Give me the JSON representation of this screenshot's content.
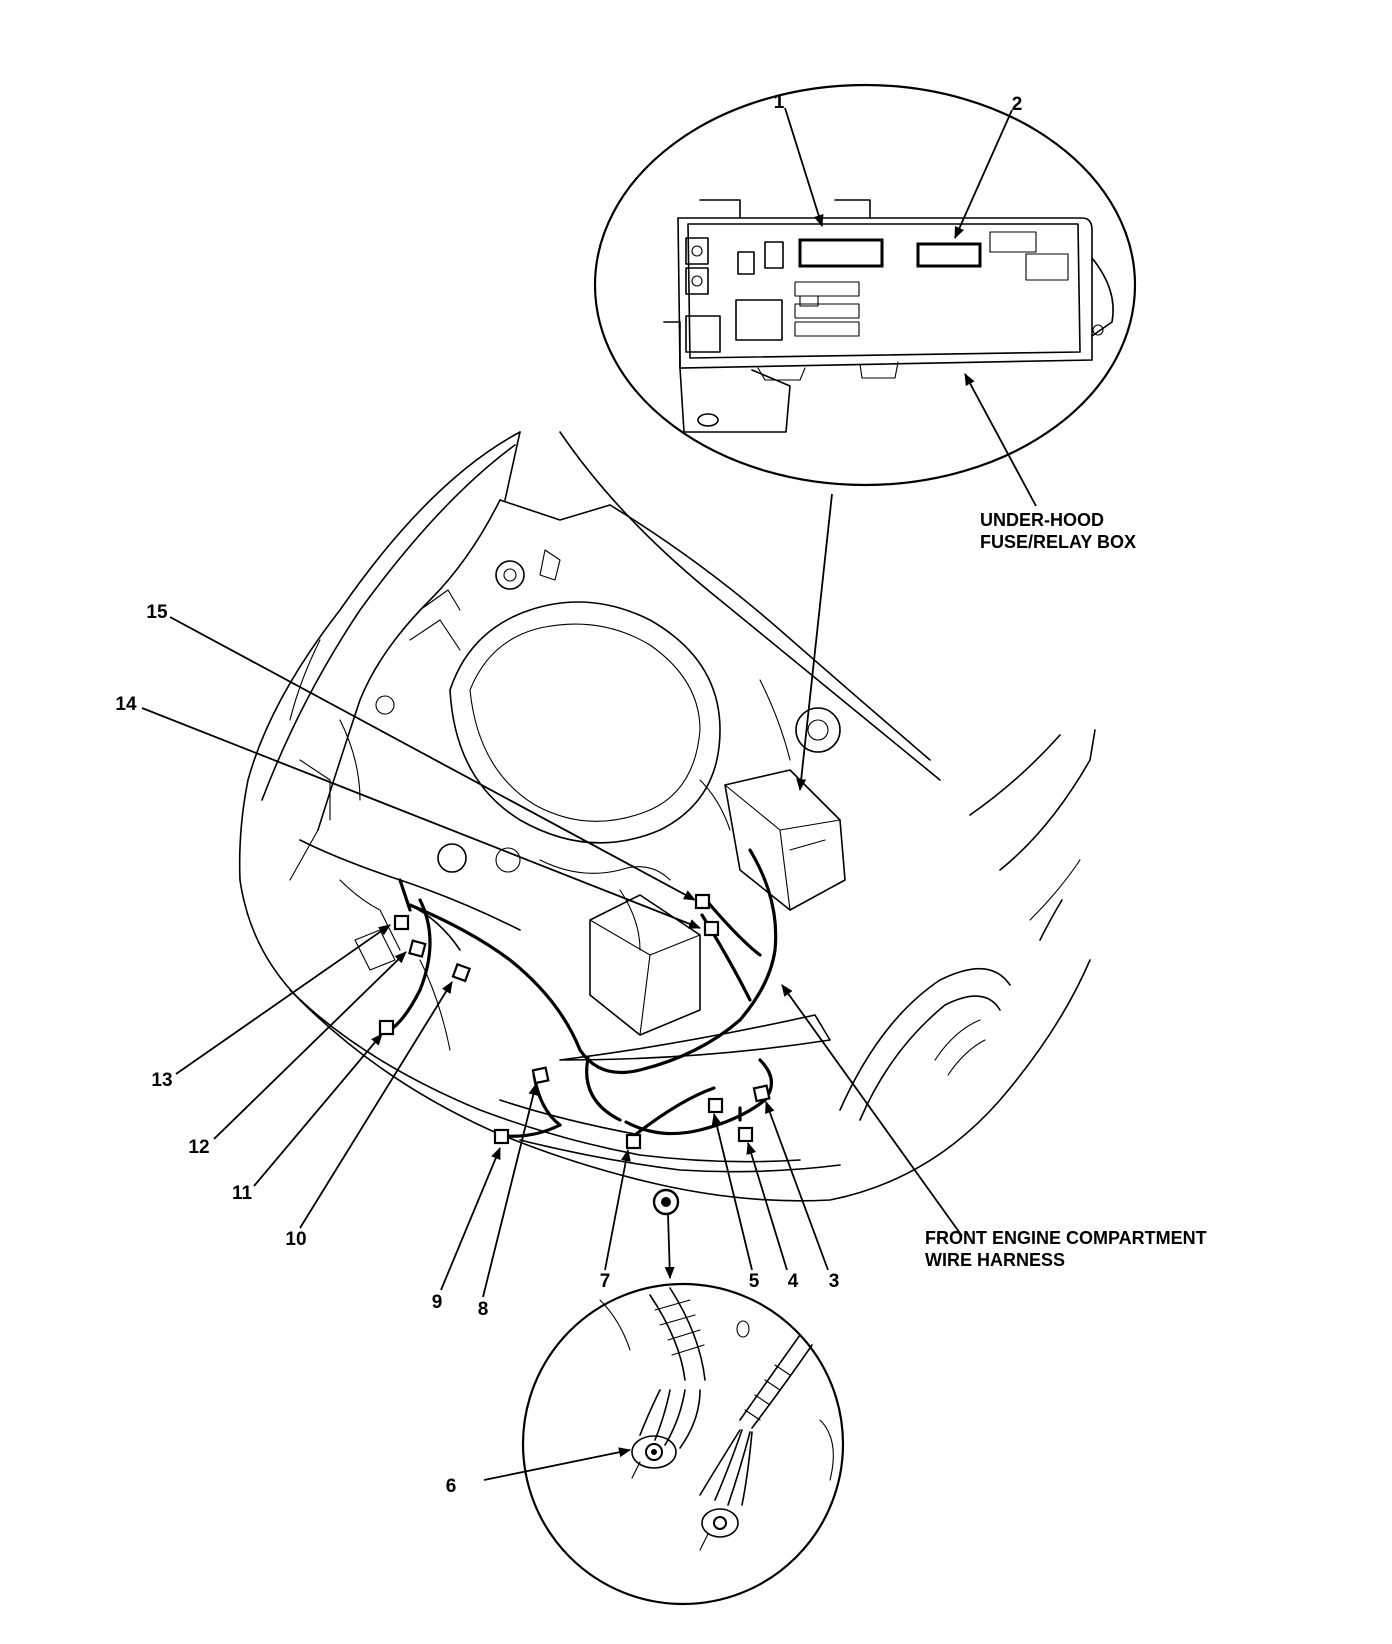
{
  "callouts": {
    "c1": "1",
    "c2": "2",
    "c3": "3",
    "c4": "4",
    "c5": "5",
    "c6": "6",
    "c7": "7",
    "c8": "8",
    "c9": "9",
    "c10": "10",
    "c11": "11",
    "c12": "12",
    "c13": "13",
    "c14": "14",
    "c15": "15"
  },
  "labels": {
    "fuse_box_line1": "UNDER-HOOD",
    "fuse_box_line2": "FUSE/RELAY BOX",
    "harness_line1": "FRONT ENGINE COMPARTMENT",
    "harness_line2": "WIRE HARNESS"
  }
}
